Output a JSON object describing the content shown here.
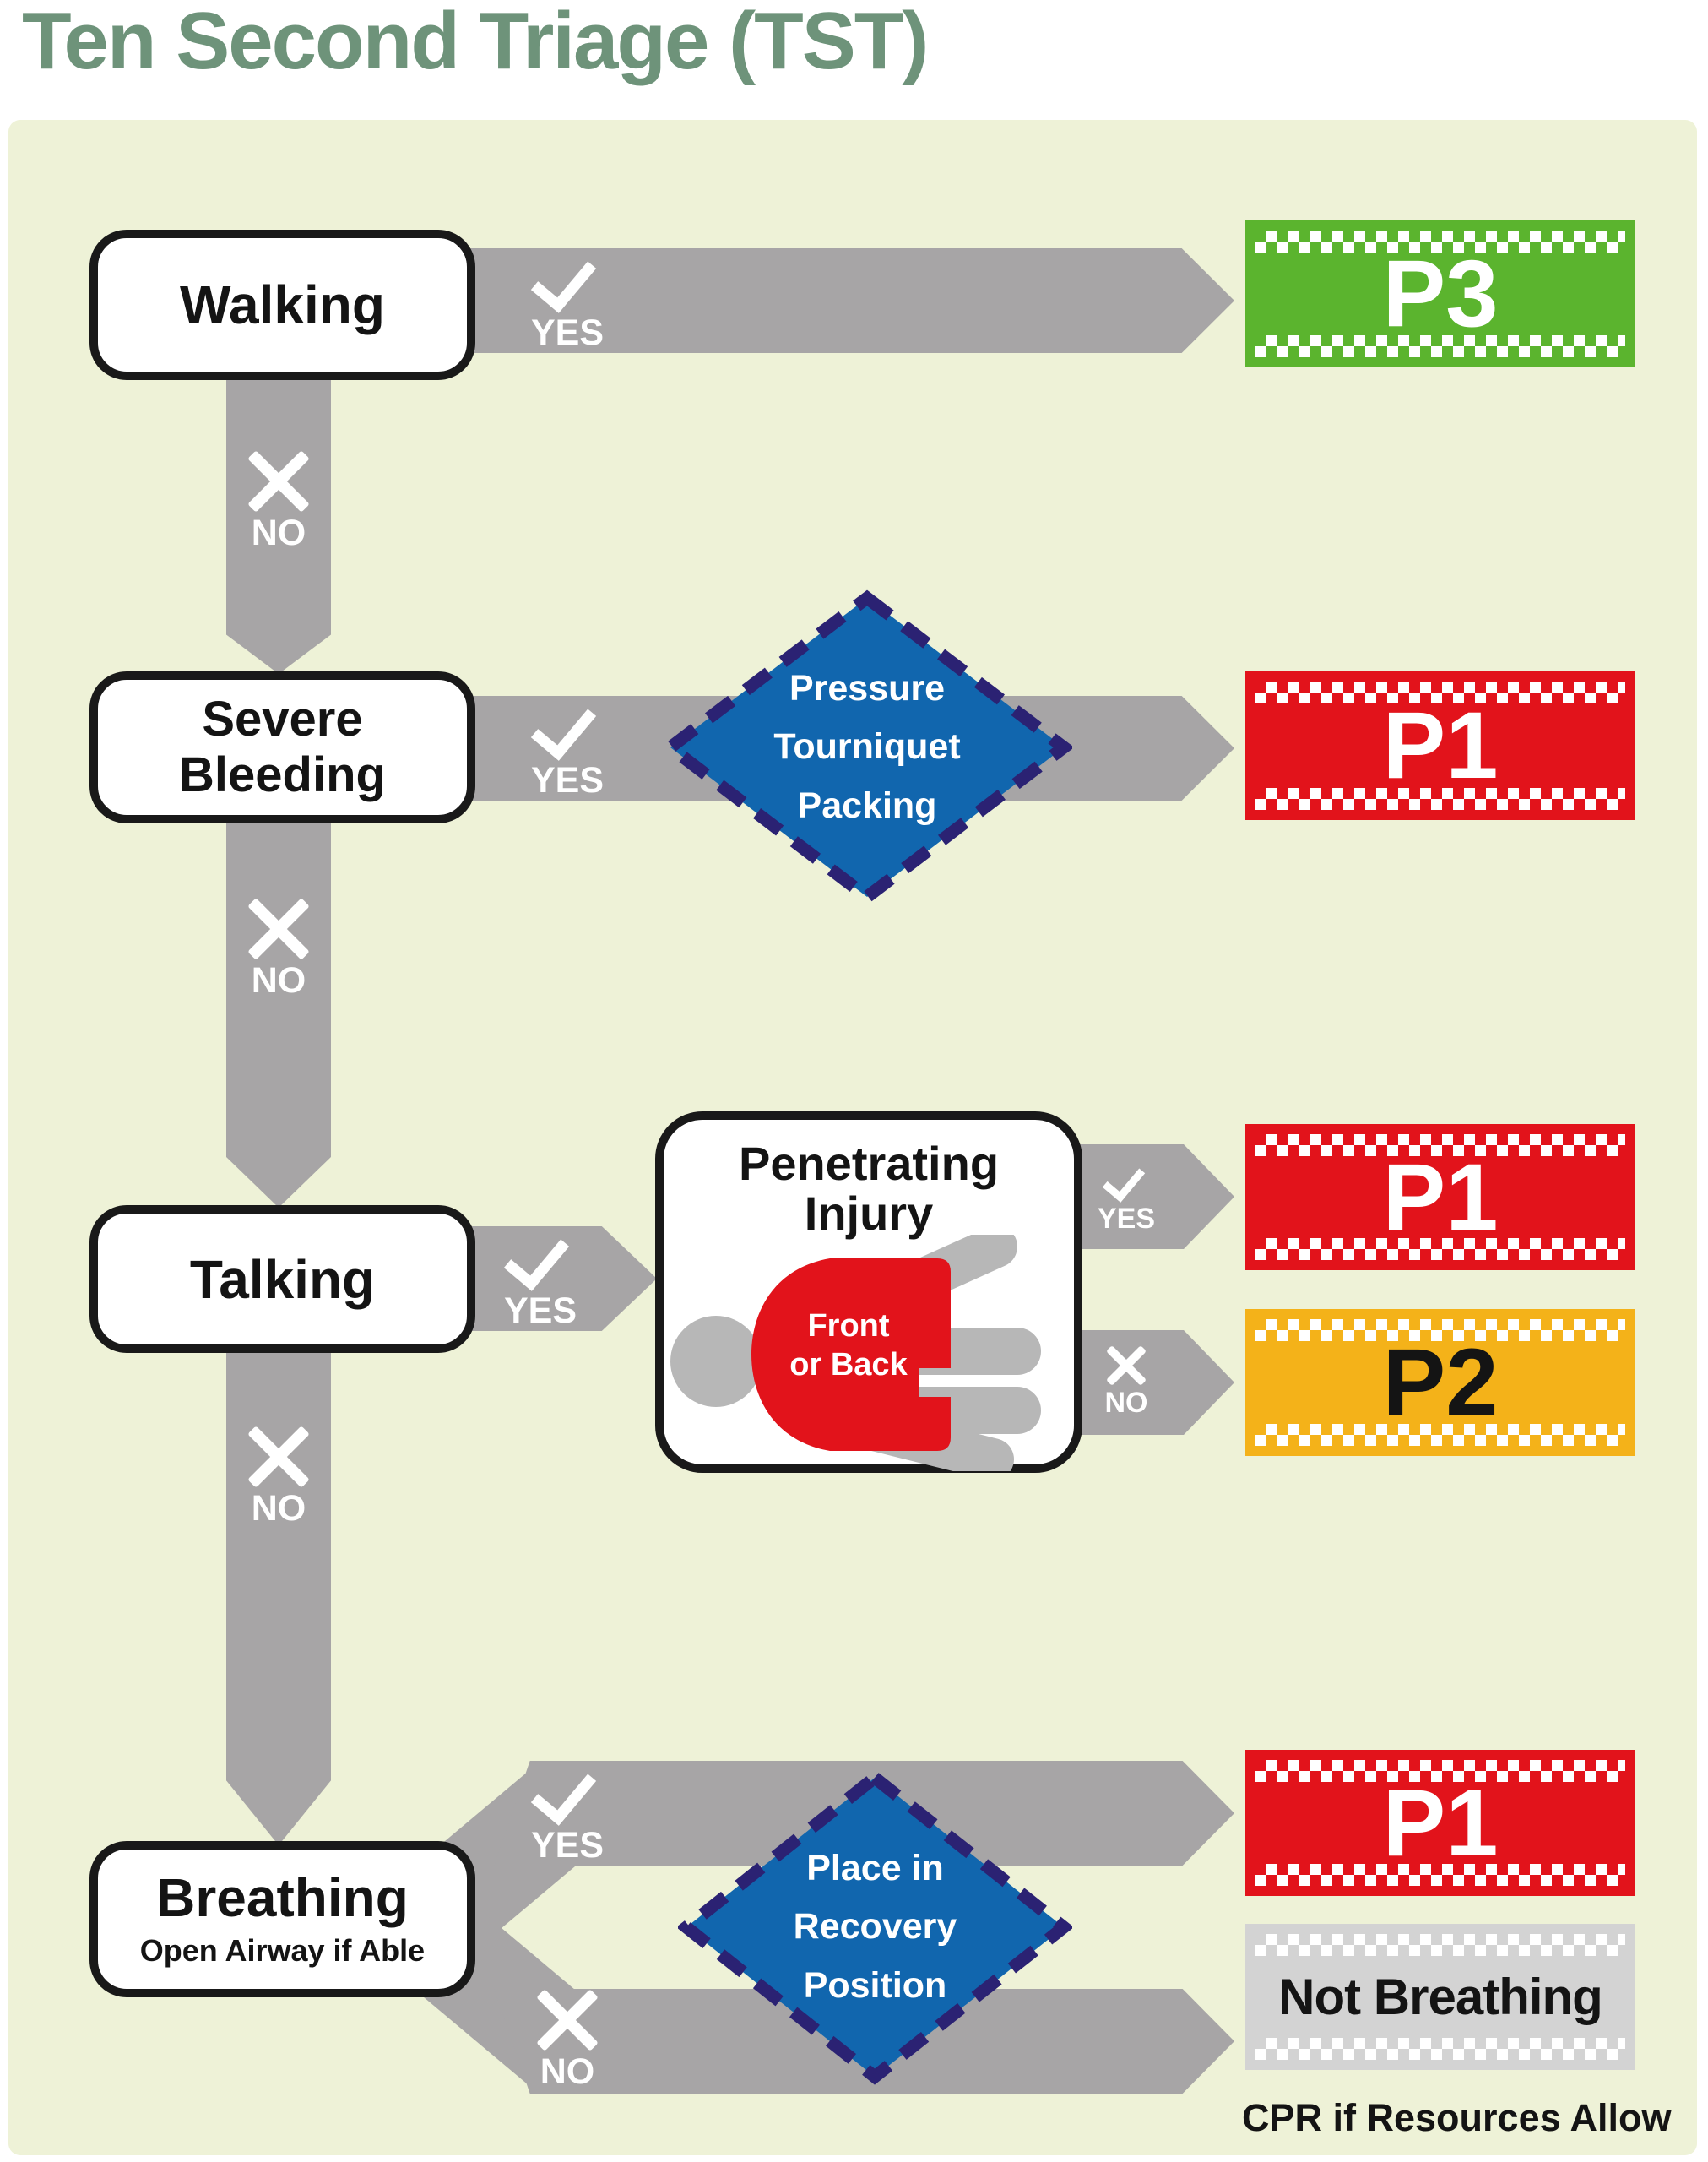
{
  "title": "Ten Second Triage (TST)",
  "labels": {
    "yes": "YES",
    "no": "NO"
  },
  "nodes": {
    "walking": {
      "label": "Walking"
    },
    "severe_bleeding": {
      "line1": "Severe",
      "line2": "Bleeding"
    },
    "talking": {
      "label": "Talking"
    },
    "breathing": {
      "label": "Breathing",
      "subtitle": "Open Airway if Able"
    },
    "penetrating_injury": {
      "title_line1": "Penetrating",
      "title_line2": "Injury",
      "body_line1": "Front",
      "body_line2": "or Back"
    }
  },
  "actions": {
    "bleeding_control": {
      "line1": "Pressure",
      "line2": "Tourniquet",
      "line3": "Packing"
    },
    "recovery_position": {
      "line1": "Place in",
      "line2": "Recovery",
      "line3": "Position"
    }
  },
  "outcomes": {
    "p3": "P3",
    "p1_bleeding": "P1",
    "p1_penetrating": "P1",
    "p2": "P2",
    "p1_breathing": "P1",
    "not_breathing": "Not Breathing"
  },
  "footnote": "CPR if Resources Allow",
  "colors": {
    "panel_bg": "#eef2d7",
    "arrow_gray": "#a7a5a6",
    "title_green": "#6e937a",
    "p3_green": "#5bb42e",
    "p1_red": "#e2131b",
    "p2_amber": "#f4b219",
    "not_breathing_gray": "#d3d3d3",
    "diamond_blue": "#1166ae",
    "diamond_border": "#2b2273",
    "figure_gray": "#b7b7b7",
    "figure_torso_red": "#e2131b"
  }
}
